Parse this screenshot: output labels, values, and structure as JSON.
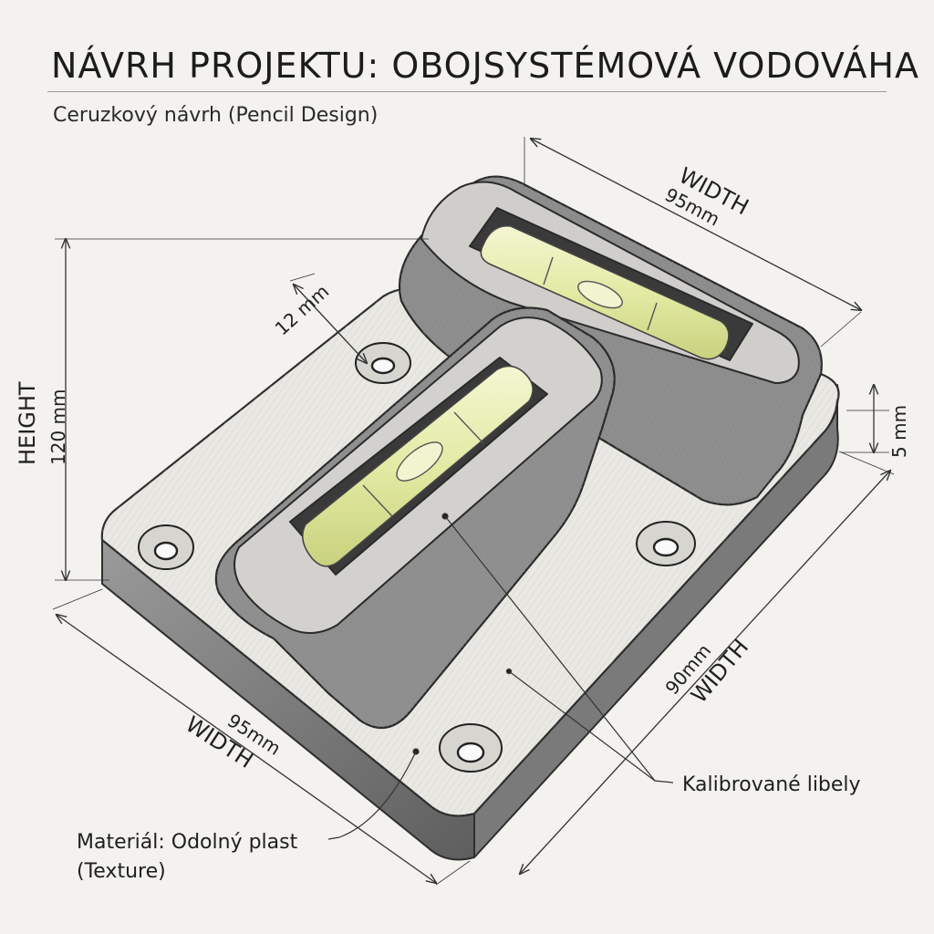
{
  "title": "NÁVRH PROJEKTU: OBOJSYSTÉMOVÁ VODOVÁHA",
  "subtitle": "Ceruzkový návrh (Pencil Design)",
  "dimensions": {
    "width_top": {
      "label": "WIDTH",
      "value": "95mm"
    },
    "height_left": {
      "label": "HEIGHT",
      "value": "120 mm"
    },
    "spacing": {
      "value": "12 mm"
    },
    "thickness": {
      "value": "5 mm"
    },
    "width_right": {
      "label": "WIDTH",
      "value": "90mm"
    },
    "width_bottom": {
      "label": "WIDTH",
      "value": "95mm"
    }
  },
  "annotations": {
    "vials": "Kalibrované libely",
    "material_line1": "Materiál: Odolný plast",
    "material_line2": "(Texture)"
  },
  "colors": {
    "paper": "#f3f2ee",
    "pencil": "#3a3a3a",
    "vial_liquid": "#e6ecae"
  }
}
